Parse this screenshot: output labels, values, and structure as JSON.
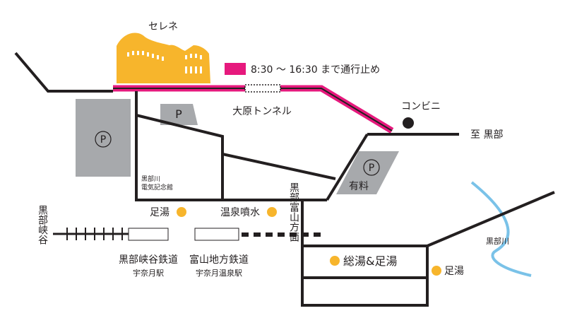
{
  "colors": {
    "road": "#231f20",
    "closed_road": "#e6197d",
    "parking": "#a7a9ac",
    "building": "#f7b52c",
    "spring_marker": "#f7b52c",
    "river": "#7ac2e8",
    "store_marker": "#231f20"
  },
  "legend": {
    "closure_text": "8:30 〜 16:30 まで通行止め"
  },
  "labels": {
    "selene": "セレネ",
    "tunnel": "大原トンネル",
    "convenience_store": "コンビニ",
    "to_kurobe": "至 黒部",
    "museum_line1": "黒部川",
    "museum_line2": "電気記念館",
    "paid": "有料",
    "parking_mark": "P",
    "footbath_1": "足湯",
    "hot_spring_fountain": "温泉噴水",
    "kurobe_gorge_vertical": "黒部峡谷",
    "kurobe_toyama_vertical": "黒部富山方面",
    "kurobe_river": "黒部川",
    "railway_1_name": "黒部峡谷鉄道",
    "railway_1_station": "宇奈月駅",
    "railway_2_name": "富山地方鉄道",
    "railway_2_station": "宇奈月温泉駅",
    "sou_yu": "総湯&足湯",
    "footbath_2": "足湯"
  }
}
